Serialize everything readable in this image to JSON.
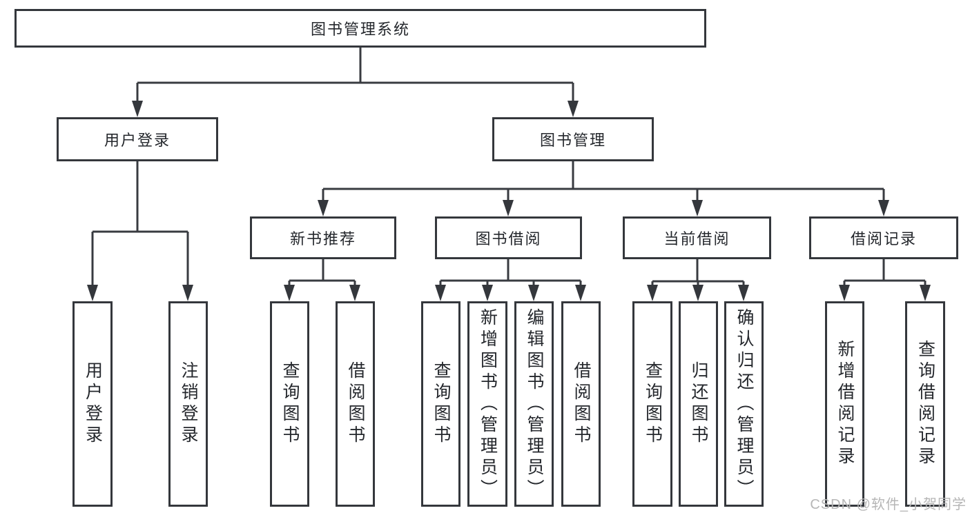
{
  "tree": {
    "root": {
      "label": "图书管理系统"
    },
    "user_branch": {
      "label": "用户登录",
      "children": [
        {
          "label": "用户登录"
        },
        {
          "label": "注销登录"
        }
      ]
    },
    "manage_branch": {
      "label": "图书管理",
      "sections": [
        {
          "label": "新书推荐",
          "children": [
            {
              "label": "查询图书"
            },
            {
              "label": "借阅图书"
            }
          ]
        },
        {
          "label": "图书借阅",
          "children": [
            {
              "label": "查询图书"
            },
            {
              "label": "新增图书（管理员）"
            },
            {
              "label": "编辑图书（管理员）"
            },
            {
              "label": "借阅图书"
            }
          ]
        },
        {
          "label": "当前借阅",
          "children": [
            {
              "label": "查询图书"
            },
            {
              "label": "归还图书"
            },
            {
              "label": "确认归还（管理员）"
            }
          ]
        },
        {
          "label": "借阅记录",
          "children": [
            {
              "label": "新增借阅记录"
            },
            {
              "label": "查询借阅记录"
            }
          ]
        }
      ]
    }
  },
  "watermark": "CSDN @软件_小贺同学",
  "colors": {
    "line": "#383b40",
    "border": "#34373c",
    "text": "#24272c",
    "watermark": "#b6b6b6"
  }
}
